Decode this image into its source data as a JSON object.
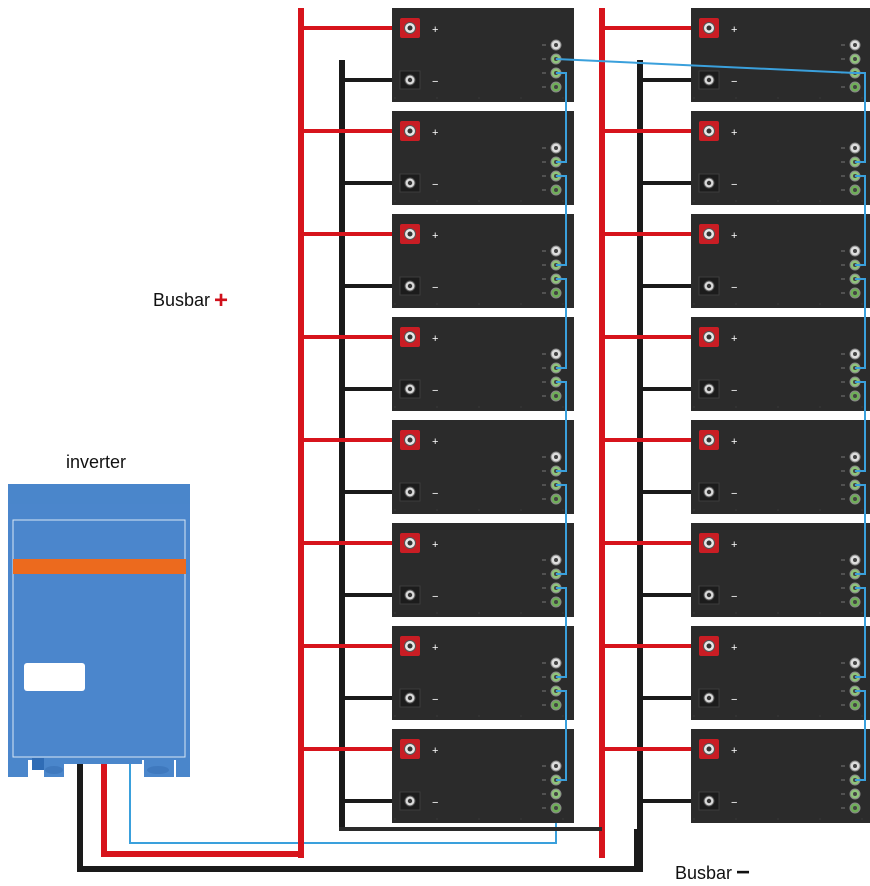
{
  "labels": {
    "busbar_positive": "Busbar",
    "busbar_positive_sign": "+",
    "busbar_negative": "Busbar",
    "busbar_negative_sign": "−",
    "inverter": "inverter"
  },
  "battery": {
    "plus_sign": "+",
    "minus_sign": "−"
  },
  "battery_rows": 8,
  "battery_columns": 2,
  "colors": {
    "positive_wire": "#d7141c",
    "negative_wire": "#1a1a1a",
    "communication_wire": "#3aa0dc",
    "battery_body": "#2b2b2b",
    "inverter_body": "#4b86cc",
    "inverter_stripe": "#ec6a1e"
  }
}
